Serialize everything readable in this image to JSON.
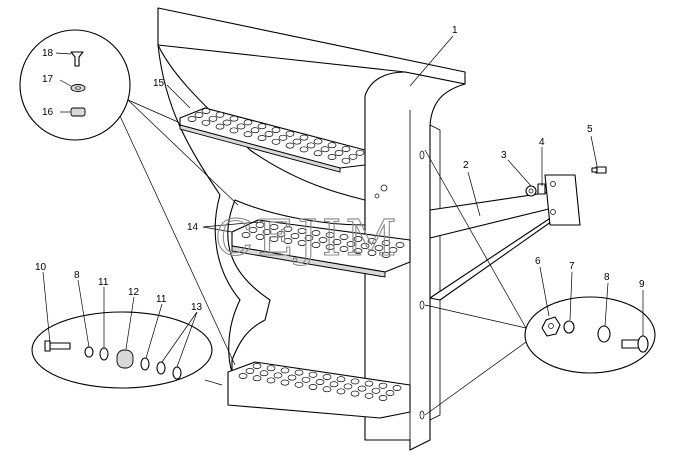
{
  "watermark": "CEJIM",
  "callouts": [
    "1",
    "2",
    "3",
    "4",
    "5",
    "6",
    "7",
    "8",
    "8",
    "9",
    "10",
    "11",
    "11",
    "12",
    "13",
    "14",
    "15",
    "16",
    "17",
    "18"
  ]
}
